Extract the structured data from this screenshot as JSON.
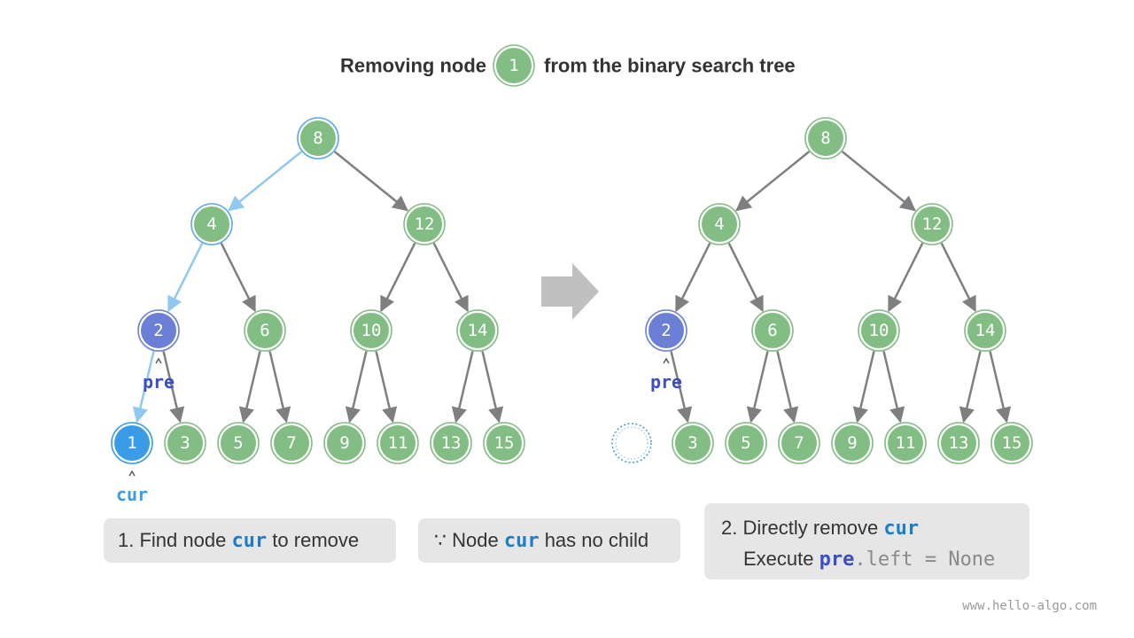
{
  "title": {
    "prefix": "Removing node",
    "node_label": "1",
    "suffix": "from the binary search tree"
  },
  "colors": {
    "node_fill": "#82bd84",
    "node_ring": "#82bd84",
    "path_ring": "#5aa9e6",
    "pre_fill": "#6b7fd6",
    "cur_fill": "#3a9be6",
    "edge": "#7f7f7f",
    "path_edge": "#90c8ef",
    "arrow": "#c0c0c0"
  },
  "left_tree": {
    "nodes": [
      {
        "id": "8",
        "label": "8",
        "state": "path"
      },
      {
        "id": "4",
        "label": "4",
        "state": "path"
      },
      {
        "id": "12",
        "label": "12",
        "state": "normal"
      },
      {
        "id": "2",
        "label": "2",
        "state": "pre"
      },
      {
        "id": "6",
        "label": "6",
        "state": "normal"
      },
      {
        "id": "10",
        "label": "10",
        "state": "normal"
      },
      {
        "id": "14",
        "label": "14",
        "state": "normal"
      },
      {
        "id": "1",
        "label": "1",
        "state": "cur"
      },
      {
        "id": "3",
        "label": "3",
        "state": "normal"
      },
      {
        "id": "5",
        "label": "5",
        "state": "normal"
      },
      {
        "id": "7",
        "label": "7",
        "state": "normal"
      },
      {
        "id": "9",
        "label": "9",
        "state": "normal"
      },
      {
        "id": "11",
        "label": "11",
        "state": "normal"
      },
      {
        "id": "13",
        "label": "13",
        "state": "normal"
      },
      {
        "id": "15",
        "label": "15",
        "state": "normal"
      }
    ],
    "edges": [
      {
        "from": "8",
        "to": "4",
        "path": true
      },
      {
        "from": "8",
        "to": "12",
        "path": false
      },
      {
        "from": "4",
        "to": "2",
        "path": true
      },
      {
        "from": "4",
        "to": "6",
        "path": false
      },
      {
        "from": "12",
        "to": "10",
        "path": false
      },
      {
        "from": "12",
        "to": "14",
        "path": false
      },
      {
        "from": "2",
        "to": "1",
        "path": true
      },
      {
        "from": "2",
        "to": "3",
        "path": false
      },
      {
        "from": "6",
        "to": "5",
        "path": false
      },
      {
        "from": "6",
        "to": "7",
        "path": false
      },
      {
        "from": "10",
        "to": "9",
        "path": false
      },
      {
        "from": "10",
        "to": "11",
        "path": false
      },
      {
        "from": "14",
        "to": "13",
        "path": false
      },
      {
        "from": "14",
        "to": "15",
        "path": false
      }
    ],
    "pointers": [
      {
        "label": "pre",
        "node": "2"
      },
      {
        "label": "cur",
        "node": "1"
      }
    ]
  },
  "right_tree": {
    "nodes": [
      {
        "id": "8",
        "label": "8",
        "state": "normal"
      },
      {
        "id": "4",
        "label": "4",
        "state": "normal"
      },
      {
        "id": "12",
        "label": "12",
        "state": "normal"
      },
      {
        "id": "2",
        "label": "2",
        "state": "pre"
      },
      {
        "id": "6",
        "label": "6",
        "state": "normal"
      },
      {
        "id": "10",
        "label": "10",
        "state": "normal"
      },
      {
        "id": "14",
        "label": "14",
        "state": "normal"
      },
      {
        "id": "1",
        "label": "",
        "state": "removed"
      },
      {
        "id": "3",
        "label": "3",
        "state": "normal"
      },
      {
        "id": "5",
        "label": "5",
        "state": "normal"
      },
      {
        "id": "7",
        "label": "7",
        "state": "normal"
      },
      {
        "id": "9",
        "label": "9",
        "state": "normal"
      },
      {
        "id": "11",
        "label": "11",
        "state": "normal"
      },
      {
        "id": "13",
        "label": "13",
        "state": "normal"
      },
      {
        "id": "15",
        "label": "15",
        "state": "normal"
      }
    ],
    "edges": [
      {
        "from": "8",
        "to": "4",
        "path": false
      },
      {
        "from": "8",
        "to": "12",
        "path": false
      },
      {
        "from": "4",
        "to": "2",
        "path": false
      },
      {
        "from": "4",
        "to": "6",
        "path": false
      },
      {
        "from": "12",
        "to": "10",
        "path": false
      },
      {
        "from": "12",
        "to": "14",
        "path": false
      },
      {
        "from": "2",
        "to": "3",
        "path": false
      },
      {
        "from": "6",
        "to": "5",
        "path": false
      },
      {
        "from": "6",
        "to": "7",
        "path": false
      },
      {
        "from": "10",
        "to": "9",
        "path": false
      },
      {
        "from": "10",
        "to": "11",
        "path": false
      },
      {
        "from": "14",
        "to": "13",
        "path": false
      },
      {
        "from": "14",
        "to": "15",
        "path": false
      }
    ],
    "pointers": [
      {
        "label": "pre",
        "node": "2"
      }
    ]
  },
  "captions": {
    "step1_prefix": "1. Find node ",
    "step1_code": "cur",
    "step1_suffix": " to remove",
    "reason_prefix": "∵ Node ",
    "reason_code": "cur",
    "reason_suffix": " has no child",
    "step2_line1_prefix": "2. Directly remove ",
    "step2_line1_code": "cur",
    "step2_line2_prefix": "Execute ",
    "step2_line2_pre": "pre",
    "step2_line2_rest": ".left = None"
  },
  "footer": "www.hello-algo.com"
}
